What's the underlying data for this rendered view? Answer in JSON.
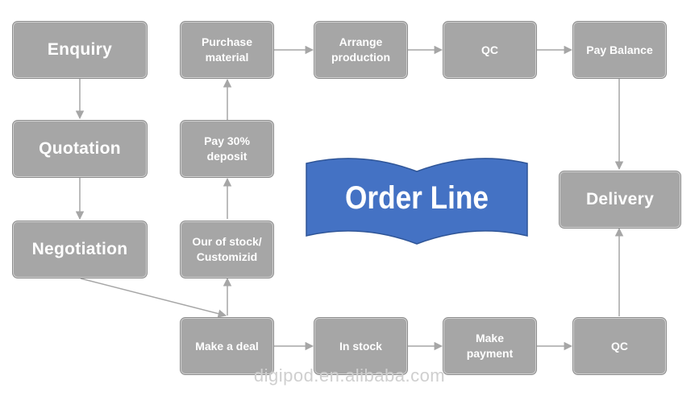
{
  "title": "Order Line",
  "watermark": "digipod.en.alibaba.com",
  "colors": {
    "box": "#a6a6a6",
    "banner": "#4472c4",
    "arrow": "#a6a6a6"
  },
  "nodes": {
    "enquiry": "Enquiry",
    "quotation": "Quotation",
    "negotiation": "Negotiation",
    "make_deal": "Make a deal",
    "our_stock": "Our of stock/\nCustomizid",
    "pay_deposit": "Pay 30%\ndeposit",
    "purchase_material": "Purchase\nmaterial",
    "arrange_production": "Arrange\nproduction",
    "qc_top": "QC",
    "pay_balance": "Pay Balance",
    "delivery": "Delivery",
    "in_stock": "In  stock",
    "make_payment": "Make\npayment",
    "qc_bottom": "QC"
  }
}
